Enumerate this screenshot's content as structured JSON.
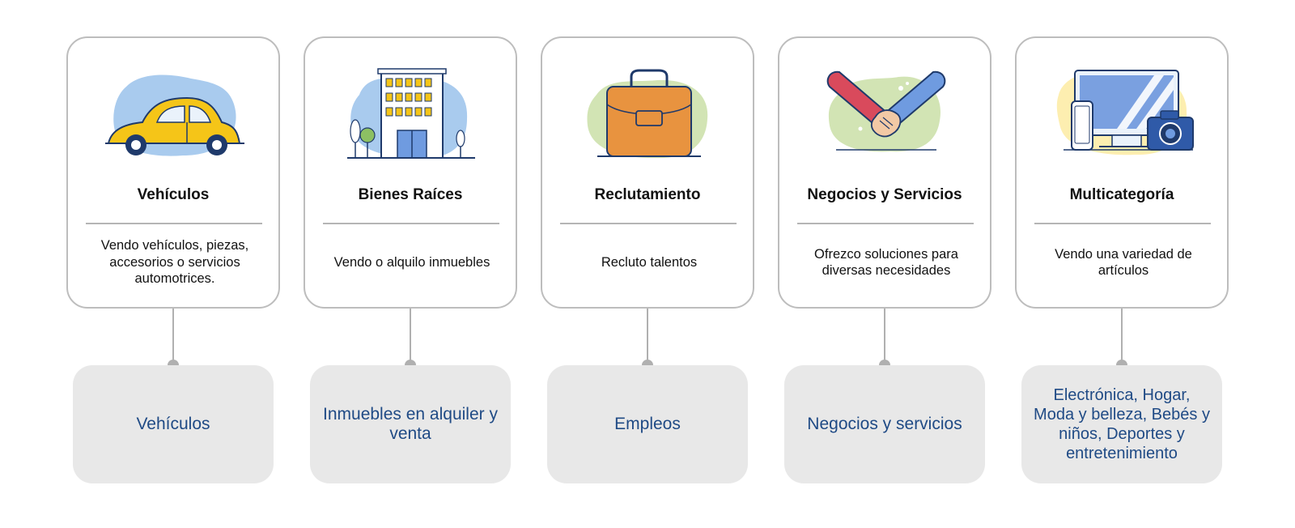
{
  "cards": [
    {
      "title": "Vehículos",
      "description": "Vendo vehículos, piezas, accesorios o servicios automotrices.",
      "tag": "Vehículos",
      "icon": "car-icon"
    },
    {
      "title": "Bienes Raíces",
      "description": "Vendo o alquilo inmuebles",
      "tag": "Inmuebles en alquiler y venta",
      "icon": "building-icon"
    },
    {
      "title": "Reclutamiento",
      "description": "Recluto talentos",
      "tag": "Empleos",
      "icon": "briefcase-icon"
    },
    {
      "title": "Negocios y Servicios",
      "description": "Ofrezco soluciones para diversas necesidades",
      "tag": "Negocios y servicios",
      "icon": "handshake-icon"
    },
    {
      "title": "Multicategoría",
      "description": "Vendo una variedad de artículos",
      "tag": "Electrónica, Hogar, Moda y belleza, Bebés y niños, Deportes y entretenimiento",
      "icon": "electronics-icon"
    }
  ],
  "colors": {
    "card_border": "#bdbdbd",
    "connector": "#b0b0b0",
    "tag_background": "#e8e8e8",
    "tag_text": "#1f4a85",
    "blob_blue": "#a9cbee",
    "blob_green": "#d2e4b4",
    "blob_yellow": "#fdeeb0",
    "car_yellow": "#f5c518",
    "briefcase_orange": "#e8933f",
    "hand_red": "#d94a5c",
    "hand_blue": "#6f9be0",
    "outline": "#1f3a6b"
  }
}
